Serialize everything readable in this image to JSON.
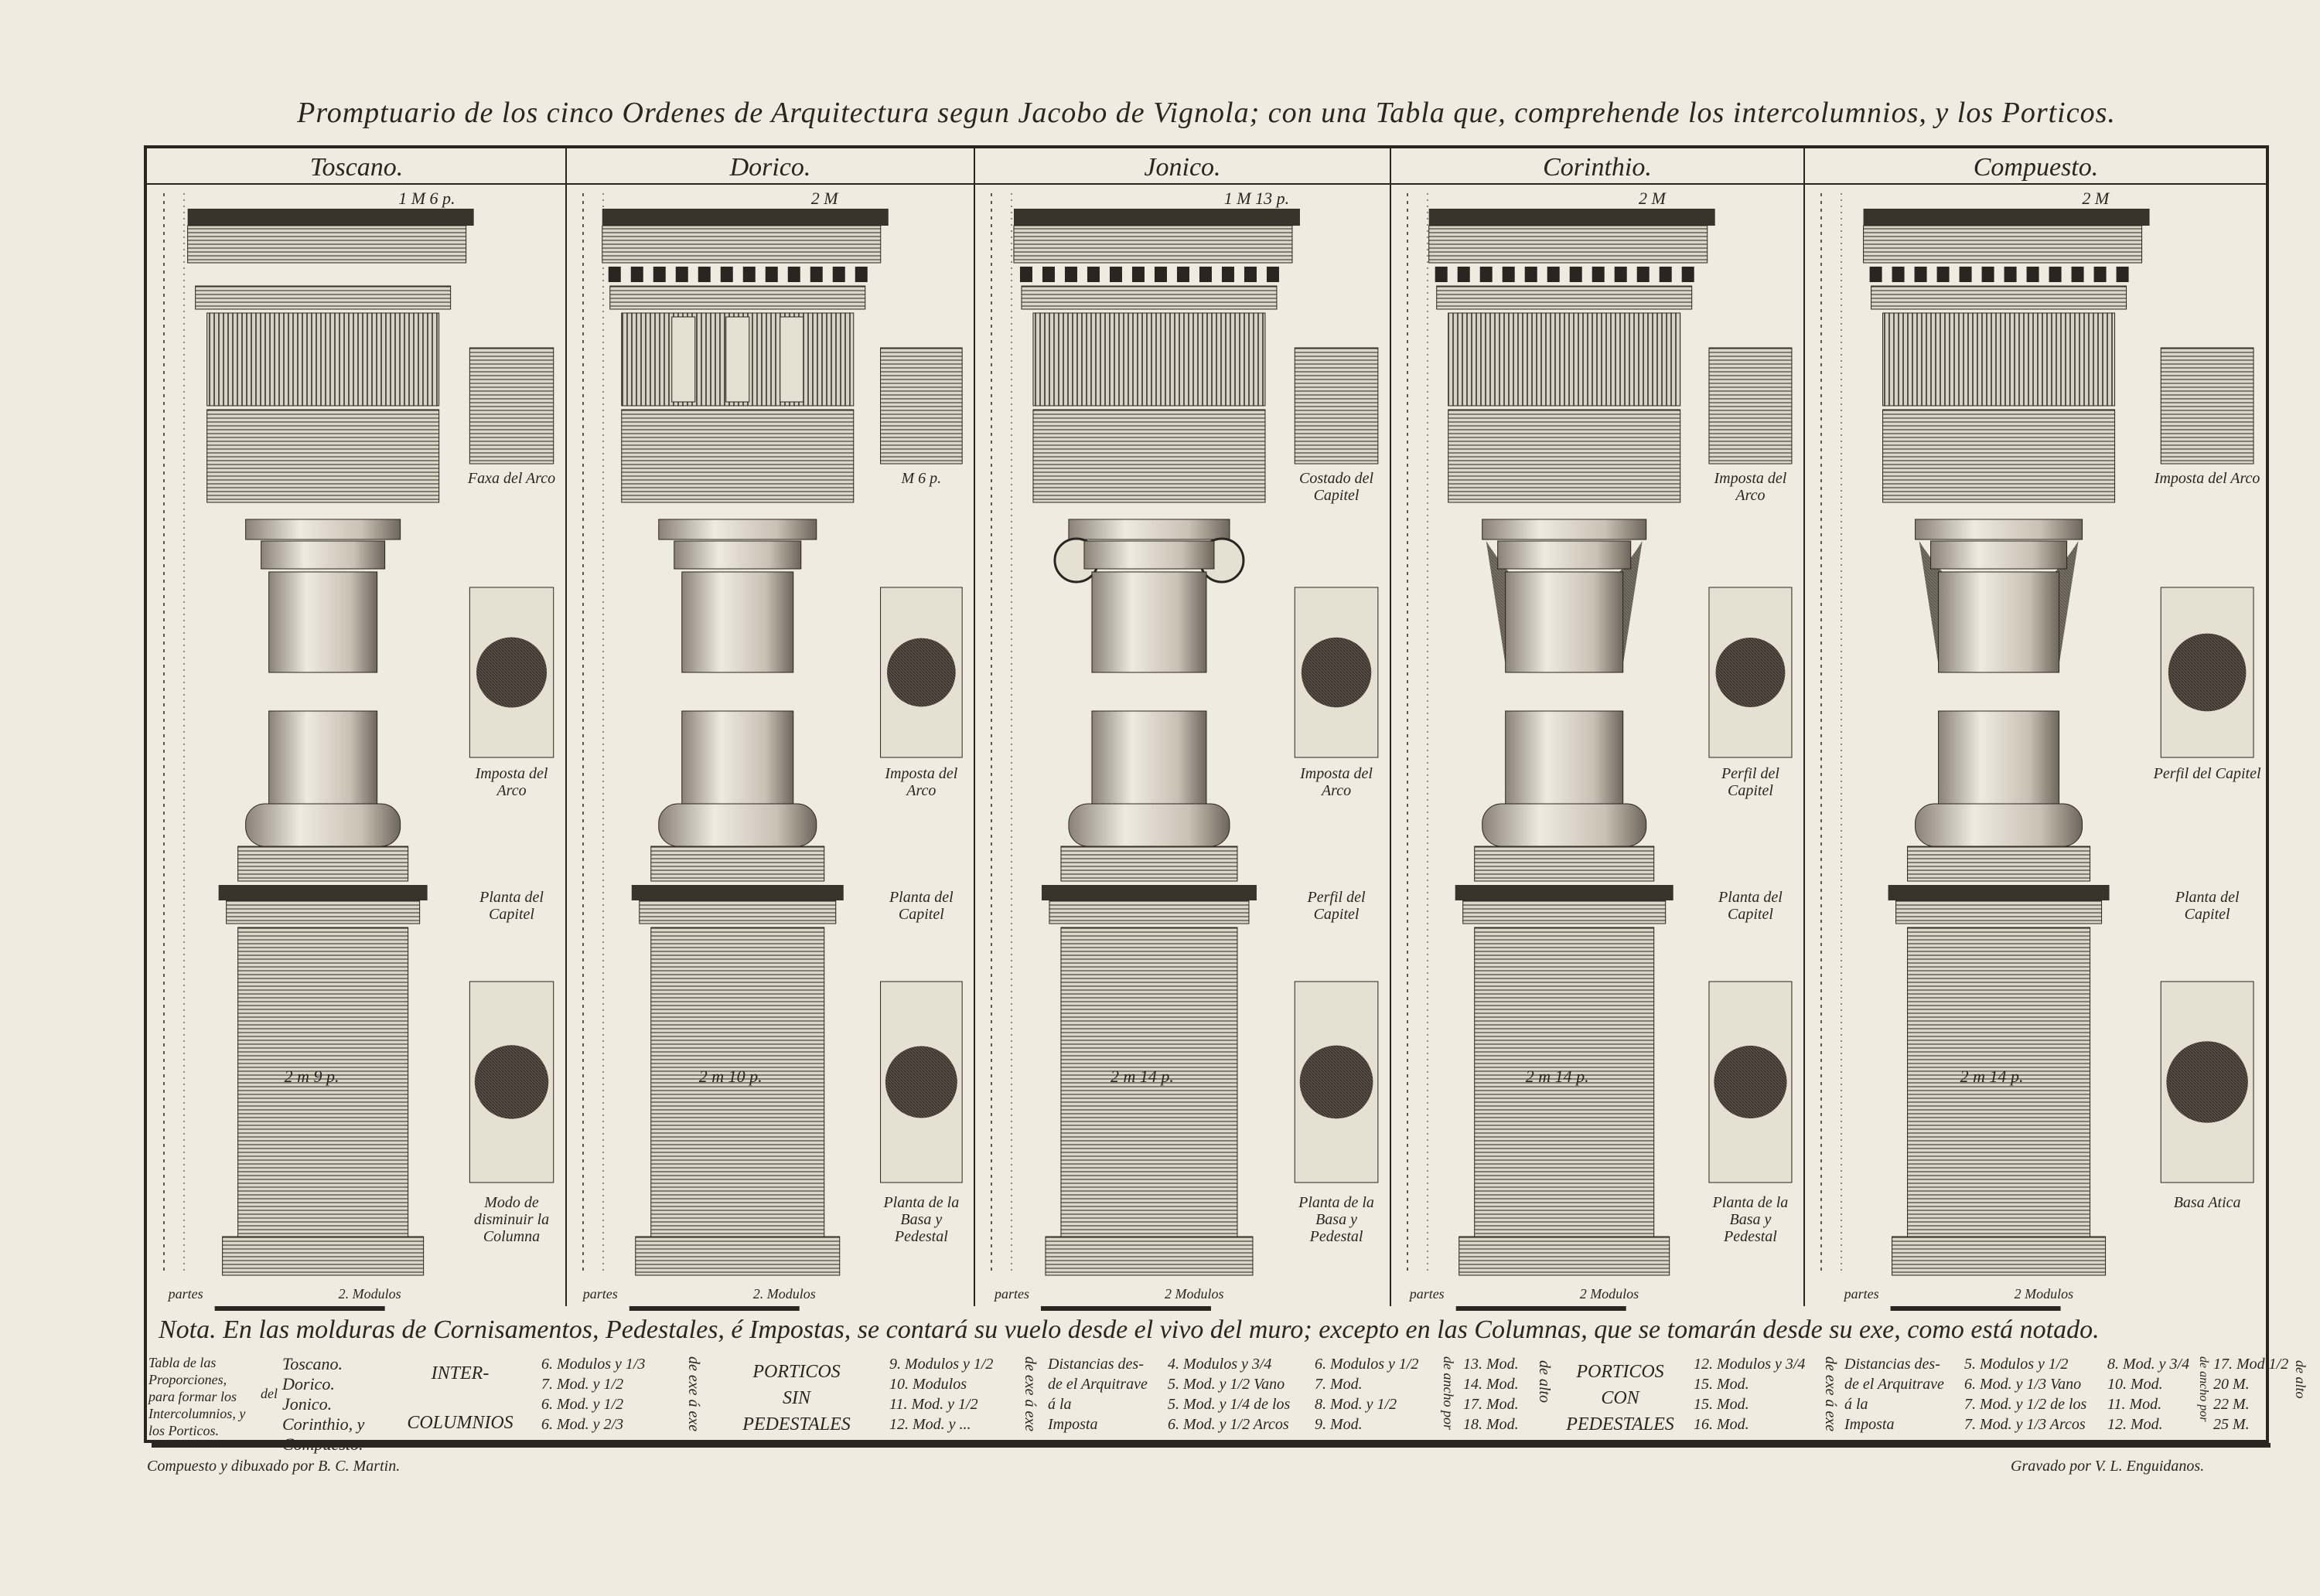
{
  "title": "Promptuario de los cinco Ordenes de Arquitectura segun Jacobo de Vignola; con una Tabla que, comprehende los intercolumnios, y los Porticos.",
  "orders": [
    {
      "name": "Toscano.",
      "top": "1 M 6 p.",
      "shaft": "2 m 9 p.",
      "side1": "Faxa del Arco",
      "side2": "Imposta del Arco",
      "side3": "Planta del Capitel",
      "side4": "Modo de disminuir la Columna",
      "scale": "2. Modulos"
    },
    {
      "name": "Dorico.",
      "top": "2 M",
      "shaft": "2 m 10 p.",
      "side1": "M 6 p.",
      "side2": "Imposta del Arco",
      "side3": "Planta del Capitel",
      "side4": "Planta de la Basa y Pedestal",
      "scale": "2. Modulos"
    },
    {
      "name": "Jonico.",
      "top": "1 M 13 p.",
      "shaft": "2 m 14 p.",
      "side1": "Costado del Capitel",
      "side2": "Imposta del Arco",
      "side3": "Perfil del Capitel",
      "side4": "Planta de la Basa y Pedestal",
      "scale": "2 Modulos"
    },
    {
      "name": "Corinthio.",
      "top": "2 M",
      "shaft": "2 m 14 p.",
      "side1": "Imposta del Arco",
      "side2": "Perfil del Capitel",
      "side3": "Planta del Capitel",
      "side4": "Planta de la Basa y Pedestal",
      "scale": "2 Modulos"
    },
    {
      "name": "Compuesto.",
      "top": "2 M",
      "shaft": "2 m 14 p.",
      "side1": "Imposta del Arco",
      "side2": "Perfil del Capitel",
      "side3": "Planta del Capitel",
      "side4": "Basa Atica",
      "scale": "2 Modulos"
    }
  ],
  "scale_parts": "partes",
  "note": "Nota. En las molduras de Cornisamentos, Pedestales, é Impostas, se contará su vuelo desde el vivo del muro; excepto en las Columnas, que se tomarán desde su exe, como está notado.",
  "table": {
    "intro": "Tabla de las Proporciones, para formar los Intercolumnios, y los Porticos.",
    "del": "del",
    "orders": [
      "Toscano.",
      "Dorico.",
      "Jonico.",
      "Corinthio, y",
      "Compuesto."
    ],
    "inter": [
      "INTER-",
      "COLUMNIOS"
    ],
    "intercol": [
      "6. Modulos y 1/3",
      "7. Mod. y 1/2",
      "6. Mod. y 1/2",
      "6. Mod. y 2/3"
    ],
    "exe": "de exe á exe",
    "sin": [
      "PORTICOS",
      "SIN",
      "PEDESTALES"
    ],
    "sin_exe": [
      "9. Modulos y 1/2",
      "10. Modulos",
      "11. Mod. y 1/2",
      "12. Mod. y ..."
    ],
    "dist": [
      "Distancias des-",
      "de el Arquitrave",
      "á la",
      "Imposta"
    ],
    "sin_vano": [
      "4. Modulos y 3/4",
      "5. Mod. y 1/2 Vano",
      "5. Mod. y 1/4 de los",
      "6. Mod. y 1/2 Arcos"
    ],
    "sin_ancho": [
      "6. Modulos y 1/2",
      "7. Mod.",
      "8. Mod. y 1/2",
      "9. Mod."
    ],
    "ancho": "de ancho por",
    "sin_alto": [
      "13. Mod.",
      "14. Mod.",
      "17. Mod.",
      "18. Mod."
    ],
    "alto": "de alto",
    "con": [
      "PORTICOS",
      "CON",
      "PEDESTALES"
    ],
    "con_exe": [
      "12. Modulos y 3/4",
      "15. Mod.",
      "15. Mod.",
      "16. Mod."
    ],
    "con_vano": [
      "5. Modulos y 1/2",
      "6. Mod. y 1/3 Vano",
      "7. Mod. y 1/2 de los",
      "7. Mod. y 1/3 Arcos"
    ],
    "con_ancho": [
      "8. Mod. y 3/4",
      "10. Mod.",
      "11. Mod.",
      "12. Mod."
    ],
    "con_alto": [
      "17. Mod 1/2",
      "20 M.",
      "22 M.",
      "25 M."
    ]
  },
  "credit_left": "Compuesto y dibuxado por B. C. Martin.",
  "credit_right": "Gravado por V. L. Enguidanos.",
  "colors": {
    "paper": "#efebe0",
    "ink": "#2a2520"
  }
}
